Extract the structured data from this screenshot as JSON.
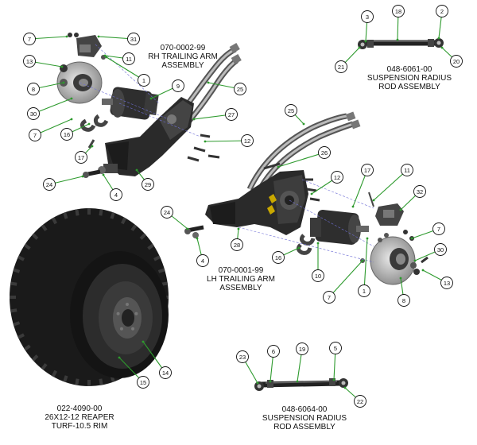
{
  "assemblies": {
    "rh_trailing_arm": {
      "part": "070-0002-99",
      "line1": "RH TRAILING ARM",
      "line2": "ASSEMBLY"
    },
    "lh_trailing_arm": {
      "part": "070-0001-99",
      "line1": "LH TRAILING ARM",
      "line2": "ASSEMBLY"
    },
    "radius_rod_top": {
      "part": "048-6061-00",
      "line1": "SUSPENSION RADIUS",
      "line2": "ROD ASSEMBLY"
    },
    "radius_rod_bottom": {
      "part": "048-6064-00",
      "line1": "SUSPENSION RADIUS",
      "line2": "ROD ASSEMBLY"
    },
    "tire": {
      "part": "022-4090-00",
      "line1": "26X12-12 REAPER",
      "line2": "TURF-10.5 RIM"
    }
  },
  "callouts": {
    "rh": [
      "7",
      "31",
      "11",
      "13",
      "1",
      "8",
      "9",
      "25",
      "30",
      "7",
      "16",
      "27",
      "12",
      "17",
      "24",
      "4",
      "29"
    ],
    "lh": [
      "25",
      "26",
      "17",
      "12",
      "11",
      "32",
      "24",
      "28",
      "7",
      "4",
      "16",
      "10",
      "30",
      "7",
      "1",
      "13",
      "8"
    ],
    "rod_top": [
      "3",
      "18",
      "2",
      "21",
      "20"
    ],
    "rod_bottom": [
      "23",
      "6",
      "19",
      "5",
      "22"
    ],
    "tire": [
      "14",
      "15"
    ]
  },
  "colors": {
    "leader": "#2d9a2d",
    "ink": "#111111",
    "part_dark": "#2a2a2a",
    "part_mid": "#555555",
    "part_light": "#9a9a9a"
  }
}
